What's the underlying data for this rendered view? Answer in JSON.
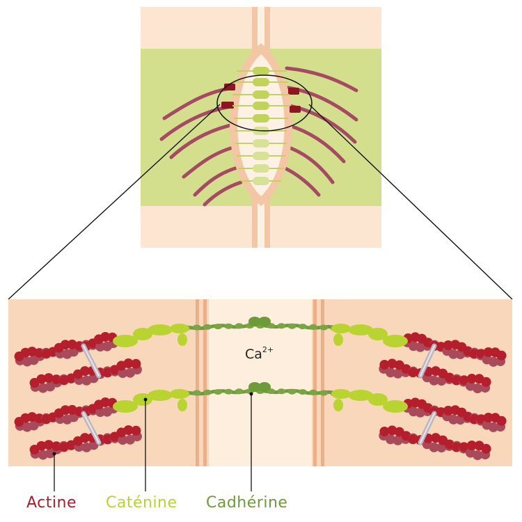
{
  "labels": {
    "actine": "Actine",
    "catenine": "Caténine",
    "cadherine": "Cadhérine"
  },
  "ion": {
    "symbol": "Ca",
    "charge": "2+"
  },
  "colors": {
    "actine": "#a81e2c",
    "catenine": "#b9d430",
    "cadherine": "#6e9a3a"
  }
}
